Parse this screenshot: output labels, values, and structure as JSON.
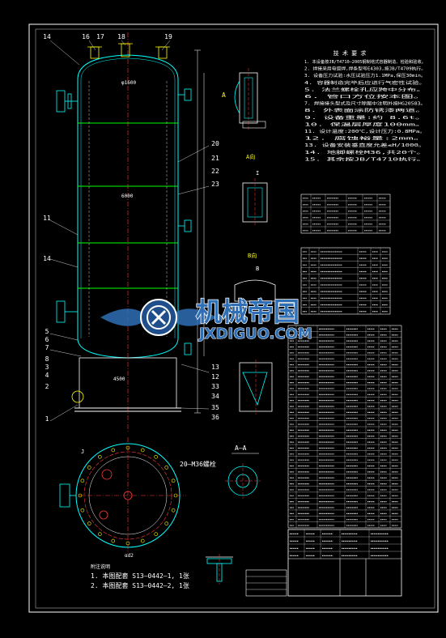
{
  "colors": {
    "background": "#000000",
    "frame": "#ffffff",
    "vessel_shell": "#00ffff",
    "center_lines": "#ff3b3b",
    "nozzles": "#ffff00",
    "stiffener_rings": "#00ff00",
    "notes_text": "#ffffff",
    "watermark": "#2f6fb5"
  },
  "balloon_numbers_top": [
    "14",
    "16",
    "17",
    "18",
    "19"
  ],
  "balloon_numbers_left": [
    "11",
    "14",
    "5",
    "6",
    "7",
    "8",
    "3",
    "4",
    "2",
    "1"
  ],
  "balloon_numbers_right": [
    "20",
    "21",
    "22",
    "23",
    "13",
    "12",
    "33",
    "34",
    "35",
    "36"
  ],
  "section_labels": {
    "a": "A",
    "a_detail": "A向",
    "i": "I",
    "b": "B",
    "b_detail": "B向",
    "aa": "A—A",
    "j": "J",
    "bolt_spec": "20—M36螺栓",
    "ring_small": "αd2"
  },
  "technical_notes_title": "技 术 要 求",
  "technical_notes": [
    "1. 本设备按JB/T4710—2005钢制塔式容器制造、检验和验收。",
    "2. 焊接采用电弧焊,焊条型号E4303,按JB/T4709执行。",
    "3. 设备压力试验:水压试验压力1.1MPa,保压30min。",
    "4. 容器制造完毕后应进行气密性试验。",
    "5. 法兰螺栓孔应跨中分布。",
    "6. 管口方位按本图。",
    "7. 焊接接头型式及尺寸除图中注明外按HG20583。",
    "8. 外表面涂防锈漆两道。",
    "9. 设备重量:约 8.6t。",
    "10. 保温层厚度100mm。",
    "11. 设计温度:200℃,设计压力:0.8MPa。",
    "12. 腐蚀裕量:2mm。",
    "13. 设备安装垂直度允差≤H/1000。",
    "14. 地脚螺栓M36,共20个。",
    "15. 其余按JB/T4710执行。"
  ],
  "bottom_notes": [
    "1. 本图配套 S13—0442—1, 1张",
    "2. 本图配套 S13—0442—2, 1张"
  ],
  "bottom_notes_title": "附注说明",
  "watermark": {
    "cn": "机械帝国",
    "en": "JXDIGUO.COM"
  },
  "dim_labels": [
    "φ1600",
    "6000",
    "4500"
  ]
}
